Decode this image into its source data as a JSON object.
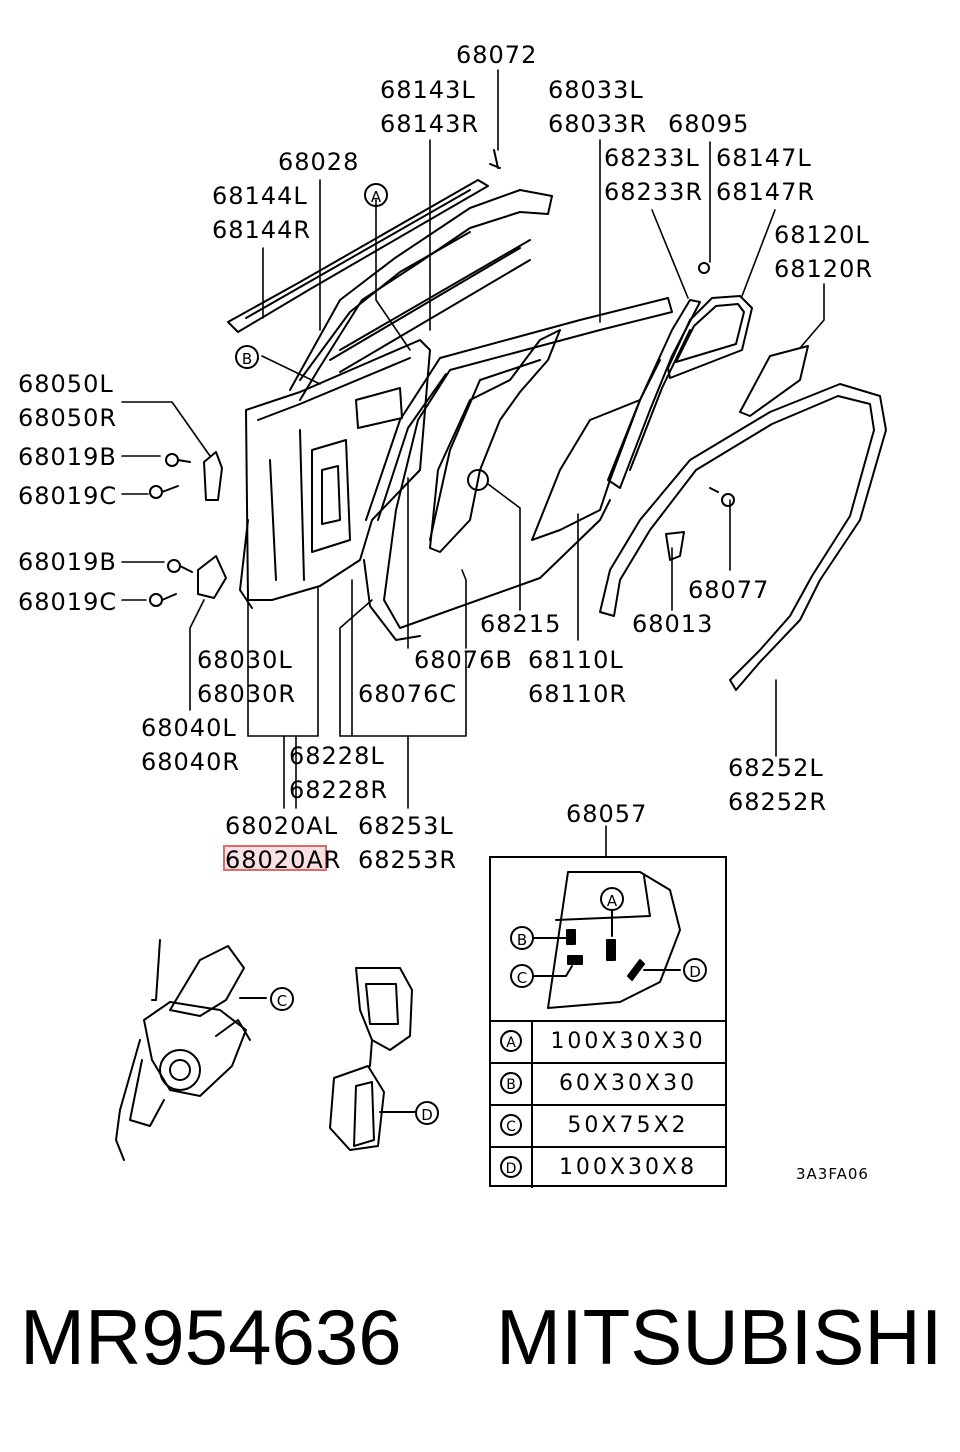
{
  "part_labels": {
    "p68072": "68072",
    "p68143L": "68143L",
    "p68143R": "68143R",
    "p68033L": "68033L",
    "p68033R": "68033R",
    "p68095": "68095",
    "p68028": "68028",
    "p68233L": "68233L",
    "p68233R": "68233R",
    "p68147L": "68147L",
    "p68147R": "68147R",
    "p68144L": "68144L",
    "p68144R": "68144R",
    "p68120L": "68120L",
    "p68120R": "68120R",
    "p68050L": "68050L",
    "p68050R": "68050R",
    "p68019B_1": "68019B",
    "p68019C_1": "68019C",
    "p68019B_2": "68019B",
    "p68019C_2": "68019C",
    "p68077": "68077",
    "p68215": "68215",
    "p68013": "68013",
    "p68030L": "68030L",
    "p68030R": "68030R",
    "p68076B": "68076B",
    "p68110L": "68110L",
    "p68076C": "68076C",
    "p68110R": "68110R",
    "p68040L": "68040L",
    "p68040R": "68040R",
    "p68228L": "68228L",
    "p68228R": "68228R",
    "p68252L": "68252L",
    "p68252R": "68252R",
    "p68020AL": "68020AL",
    "p68020AR": "68020AR",
    "p68253L": "68253L",
    "p68253R": "68253R",
    "p68057": "68057"
  },
  "callouts": {
    "A": "A",
    "B": "B",
    "C": "C",
    "D": "D"
  },
  "highlight": {
    "color": "#e06a6a",
    "target": "68020AR"
  },
  "size_table": [
    {
      "key": "A",
      "value": "100X30X30"
    },
    {
      "key": "B",
      "value": "60X30X30"
    },
    {
      "key": "C",
      "value": "50X75X2"
    },
    {
      "key": "D",
      "value": "100X30X8"
    }
  ],
  "diagram_code": "3A3FA06",
  "footer": {
    "part_number": "MR954636",
    "brand": "MITSUBISHI"
  }
}
